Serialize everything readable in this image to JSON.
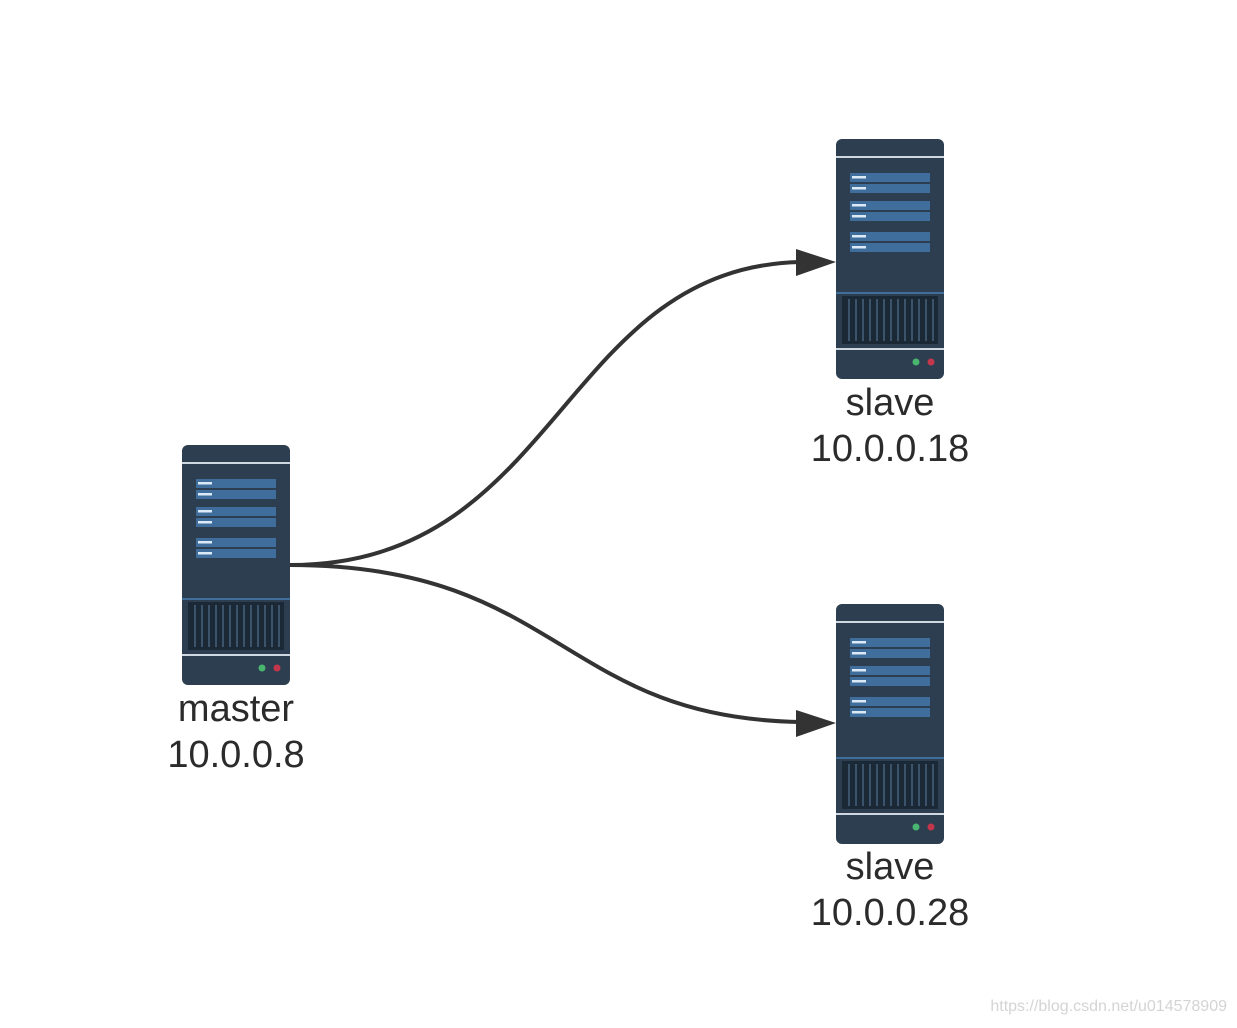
{
  "nodes": {
    "master": {
      "role": "master",
      "ip": "10.0.0.8",
      "icon": "server-icon"
    },
    "slave_a": {
      "role": "slave",
      "ip": "10.0.0.18",
      "icon": "server-icon"
    },
    "slave_b": {
      "role": "slave",
      "ip": "10.0.0.28",
      "icon": "server-icon"
    }
  },
  "edges": [
    {
      "from": "master",
      "to": "slave_a"
    },
    {
      "from": "master",
      "to": "slave_b"
    }
  ],
  "colors": {
    "server_body": "#2c3e4f",
    "server_panel": "#3f6e9c",
    "server_panel_line": "#dce9f6",
    "server_grille": "#1b2836",
    "led_green": "#49b571",
    "led_red": "#c4364c",
    "edge": "#333333",
    "text": "#2b2b2b"
  },
  "watermark": "https://blog.csdn.net/u014578909"
}
